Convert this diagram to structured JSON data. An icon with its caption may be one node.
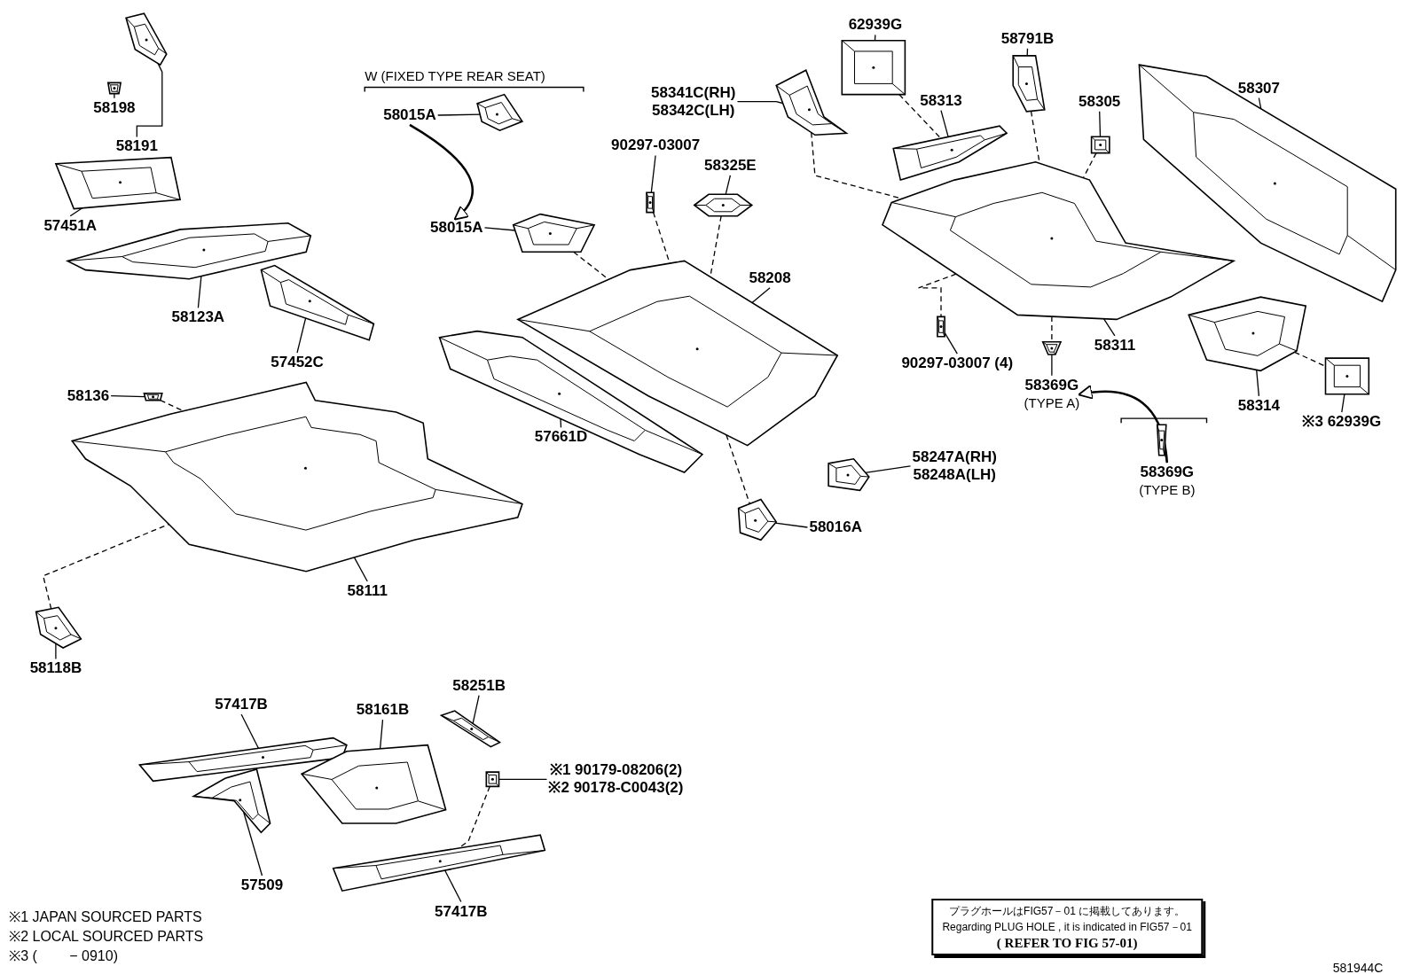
{
  "diagram": {
    "nodes": [
      {
        "text": [
          "58198"
        ]
      },
      {
        "text": [
          "58191"
        ]
      },
      {
        "text": [
          "57451A"
        ]
      },
      {
        "text": [
          "58123A"
        ]
      },
      {
        "text": [
          "57452C"
        ]
      },
      {
        "text": [
          "58136"
        ]
      },
      {
        "text": [
          "58111"
        ]
      },
      {
        "text": [
          "58118B"
        ]
      },
      {
        "text": [
          "58015A"
        ]
      },
      {
        "text": [
          "58015A"
        ]
      },
      {
        "text": [
          "90297-03007"
        ]
      },
      {
        "text": [
          "58325E"
        ]
      },
      {
        "text": [
          "58341C(RH)",
          "58342C(LH)"
        ]
      },
      {
        "text": [
          "58208"
        ]
      },
      {
        "text": [
          "57661D"
        ]
      },
      {
        "text": [
          "58247A(RH)",
          "58248A(LH)"
        ]
      },
      {
        "text": [
          "58016A"
        ]
      },
      {
        "text": [
          "62939G"
        ]
      },
      {
        "text": [
          "58313"
        ]
      },
      {
        "text": [
          "58791B"
        ]
      },
      {
        "text": [
          "58305"
        ]
      },
      {
        "text": [
          "58307"
        ]
      },
      {
        "text": [
          "58311"
        ]
      },
      {
        "text": [
          "90297-03007 (4)"
        ]
      },
      {
        "text": [
          "58369G",
          "(TYPE A)"
        ]
      },
      {
        "text": [
          "58314"
        ]
      },
      {
        "text": [
          "※3 62939G"
        ]
      },
      {
        "text": [
          "58369G",
          "(TYPE B)"
        ]
      },
      {
        "text": [
          "57417B"
        ]
      },
      {
        "text": [
          "58161B"
        ]
      },
      {
        "text": [
          "58251B"
        ]
      },
      {
        "text": [
          "※1 90179-08206(2)",
          "※2 90178-C0043(2)"
        ]
      },
      {
        "text": [
          "57509"
        ]
      },
      {
        "text": [
          "57417B"
        ]
      },
      {
        "text": [
          "プラグホールはFIG57－01 に掲載してあります。",
          "Regarding PLUG HOLE , it is indicated in FIG57－01",
          "( REFER TO FIG 57-01)"
        ]
      },
      {
        "text": [],
        "shape": "picture"
      },
      {
        "text": [],
        "shape": "picture"
      },
      {
        "text": [],
        "shape": "picture"
      },
      {
        "text": [],
        "shape": "picture"
      },
      {
        "text": [],
        "shape": "picture"
      },
      {
        "text": [],
        "shape": "picture"
      },
      {
        "text": [],
        "shape": "picture"
      },
      {
        "text": [],
        "shape": "picture"
      },
      {
        "text": [],
        "shape": "picture"
      },
      {
        "text": [],
        "shape": "picture"
      },
      {
        "text": [],
        "shape": "picture"
      },
      {
        "text": [],
        "shape": "picture"
      },
      {
        "text": [],
        "shape": "picture"
      },
      {
        "text": [],
        "shape": "picture"
      },
      {
        "text": [],
        "shape": "picture"
      },
      {
        "text": [],
        "shape": "picture"
      },
      {
        "text": [],
        "shape": "picture"
      },
      {
        "text": [],
        "shape": "picture"
      },
      {
        "text": [],
        "shape": "picture"
      },
      {
        "text": [],
        "shape": "picture"
      },
      {
        "text": [],
        "shape": "picture"
      },
      {
        "text": [],
        "shape": "picture"
      },
      {
        "text": [],
        "shape": "picture"
      },
      {
        "text": [],
        "shape": "picture"
      },
      {
        "text": [],
        "shape": "picture"
      },
      {
        "text": [],
        "shape": "picture"
      },
      {
        "text": [],
        "shape": "picture"
      },
      {
        "text": [],
        "shape": "picture"
      },
      {
        "text": [],
        "shape": "picture"
      },
      {
        "text": [],
        "shape": "picture"
      },
      {
        "text": [],
        "shape": "picture"
      },
      {
        "text": [],
        "shape": "picture"
      },
      {
        "text": [],
        "shape": "picture"
      },
      {
        "text": [],
        "shape": "picture"
      }
    ],
    "edges": [
      {
        "from": 0,
        "to": 36,
        "arrow": "none"
      },
      {
        "from": 1,
        "to": 35,
        "arrow": "none"
      },
      {
        "from": 2,
        "to": 37,
        "arrow": "none"
      },
      {
        "from": 3,
        "to": 38,
        "arrow": "none"
      },
      {
        "from": 4,
        "to": 39,
        "arrow": "none"
      },
      {
        "from": 5,
        "to": 40,
        "arrow": "none"
      },
      {
        "from": 6,
        "to": 41,
        "arrow": "none"
      },
      {
        "from": 7,
        "to": 42,
        "arrow": "none"
      },
      {
        "from": 8,
        "to": 43,
        "arrow": "none"
      },
      {
        "from": 9,
        "to": 44,
        "arrow": "none"
      },
      {
        "from": 10,
        "to": 45,
        "arrow": "none"
      },
      {
        "from": 11,
        "to": 46,
        "arrow": "none"
      },
      {
        "from": 12,
        "to": 49,
        "arrow": "none"
      },
      {
        "from": 13,
        "to": 47,
        "arrow": "none"
      },
      {
        "from": 14,
        "to": 48,
        "arrow": "none"
      },
      {
        "from": 15,
        "to": 61,
        "arrow": "none"
      },
      {
        "from": 16,
        "to": 62,
        "arrow": "none"
      },
      {
        "from": 17,
        "to": 50,
        "arrow": "none"
      },
      {
        "from": 18,
        "to": 51,
        "arrow": "none"
      },
      {
        "from": 19,
        "to": 52,
        "arrow": "none"
      },
      {
        "from": 20,
        "to": 53,
        "arrow": "none"
      },
      {
        "from": 21,
        "to": 54,
        "arrow": "none"
      },
      {
        "from": 22,
        "to": 55,
        "arrow": "none"
      },
      {
        "from": 23,
        "to": 59,
        "arrow": "none"
      },
      {
        "from": 24,
        "to": 58,
        "arrow": "none"
      },
      {
        "from": 25,
        "to": 56,
        "arrow": "none"
      },
      {
        "from": 26,
        "to": 57,
        "arrow": "none"
      },
      {
        "from": 27,
        "to": 60,
        "arrow": "none"
      },
      {
        "from": 28,
        "to": 63,
        "arrow": "none"
      },
      {
        "from": 29,
        "to": 64,
        "arrow": "none"
      },
      {
        "from": 30,
        "to": 65,
        "arrow": "none"
      },
      {
        "from": 31,
        "to": 66,
        "arrow": "none"
      },
      {
        "from": 32,
        "to": 67,
        "arrow": "none"
      },
      {
        "from": 33,
        "to": 68,
        "arrow": "none"
      },
      {
        "from": 8,
        "to": 9,
        "arrow": "to"
      },
      {
        "from": 27,
        "to": 24,
        "arrow": "to"
      },
      {
        "from": 49,
        "to": 55,
        "arrow": "none",
        "style": "dashed"
      },
      {
        "from": 45,
        "to": 47,
        "arrow": "none",
        "style": "dashed"
      },
      {
        "from": 55,
        "to": 59,
        "arrow": "none",
        "style": "dashed"
      },
      {
        "from": 55,
        "to": 58,
        "arrow": "none",
        "style": "dashed"
      },
      {
        "from": 56,
        "to": 57,
        "arrow": "none",
        "style": "dashed"
      },
      {
        "from": 50,
        "to": 51,
        "arrow": "none",
        "style": "dashed"
      },
      {
        "from": 44,
        "to": 47,
        "arrow": "none",
        "style": "dashed"
      },
      {
        "from": 47,
        "to": 62,
        "arrow": "none",
        "style": "dashed"
      },
      {
        "from": 53,
        "to": 55,
        "arrow": "none",
        "style": "dashed"
      },
      {
        "from": 42,
        "to": 41,
        "arrow": "none",
        "style": "dashed"
      },
      {
        "from": 40,
        "to": 41,
        "arrow": "none",
        "style": "dashed"
      },
      {
        "from": 66,
        "to": 68,
        "arrow": "none",
        "style": "dashed"
      },
      {
        "from": 52,
        "to": 55,
        "arrow": "none",
        "style": "dashed"
      },
      {
        "from": 46,
        "to": 47,
        "arrow": "none",
        "style": "dashed"
      }
    ],
    "labels": [
      "W (FIXED TYPE REAR SEAT)",
      "※1 JAPAN SOURCED PARTS",
      "※2 LOCAL SOURCED PARTS",
      "※3 (　　 − 0910)",
      "581944C"
    ]
  }
}
